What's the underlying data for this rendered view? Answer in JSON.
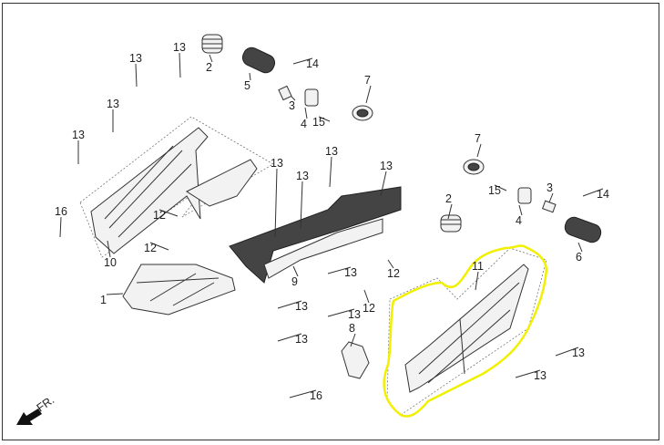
{
  "diagram": {
    "labels": [
      "13",
      "13",
      "2",
      "14",
      "5",
      "3",
      "7",
      "4",
      "15",
      "13",
      "13",
      "16",
      "12",
      "12",
      "10",
      "13",
      "13",
      "13",
      "13",
      "1",
      "9",
      "13",
      "12",
      "12",
      "13",
      "13",
      "13",
      "8",
      "16",
      "13",
      "13",
      "7",
      "15",
      "3",
      "14",
      "2",
      "4",
      "6",
      "11"
    ],
    "direction_label": "FR.",
    "highlight_color": "#f2f000",
    "highlighted_part": "11"
  }
}
